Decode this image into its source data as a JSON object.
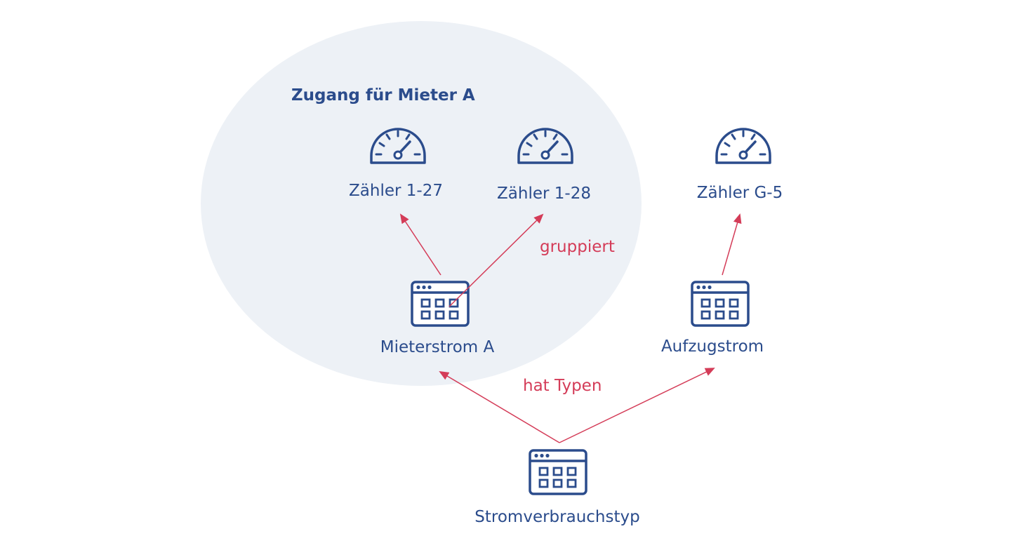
{
  "group": {
    "title": "Zugang für Mieter A"
  },
  "nodes": {
    "meter_1_27": {
      "label": "Zähler 1-27",
      "icon": "gauge-icon"
    },
    "meter_1_28": {
      "label": "Zähler 1-28",
      "icon": "gauge-icon"
    },
    "meter_g_5": {
      "label": "Zähler G-5",
      "icon": "gauge-icon"
    },
    "mieterstrom_a": {
      "label": "Mieterstrom A",
      "icon": "grid-window-icon"
    },
    "aufzugstrom": {
      "label": "Aufzugstrom",
      "icon": "grid-window-icon"
    },
    "stromverbrauchstyp": {
      "label": "Stromverbrauchstyp",
      "icon": "grid-window-icon"
    }
  },
  "edges": {
    "gruppiert": {
      "label": "gruppiert"
    },
    "hat_typen": {
      "label": "hat Typen"
    }
  },
  "colors": {
    "node": "#2b4c8c",
    "edge": "#d43c58",
    "group_fill": "#edf1f6"
  }
}
